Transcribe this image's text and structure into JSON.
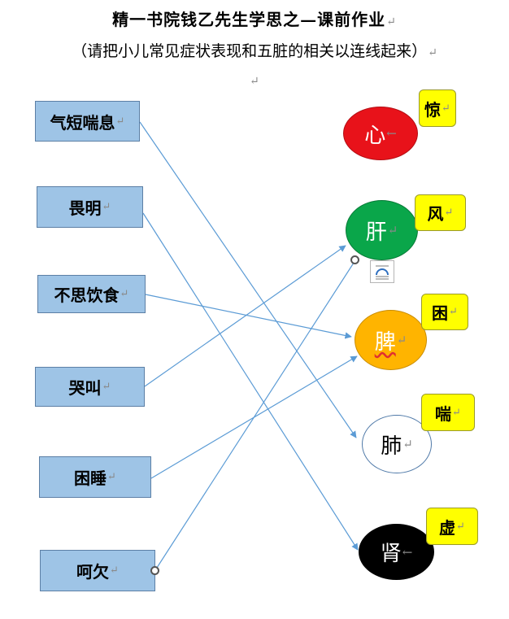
{
  "title": "精一书院钱乙先生学思之—课前作业",
  "subtitle": "（请把小儿常见症状表现和五脏的相关以连线起来）",
  "paragraph_mark": "↵",
  "arrow_mark": "←",
  "symptoms": [
    {
      "id": "s1",
      "label": "气短喘息"
    },
    {
      "id": "s2",
      "label": "畏明"
    },
    {
      "id": "s3",
      "label": "不思饮食"
    },
    {
      "id": "s4",
      "label": "哭叫"
    },
    {
      "id": "s5",
      "label": "困睡"
    },
    {
      "id": "s6",
      "label": "呵欠"
    }
  ],
  "organs": [
    {
      "id": "o1",
      "label": "心",
      "fill": "#e8121a",
      "text_color": "#ffffff"
    },
    {
      "id": "o2",
      "label": "肝",
      "fill": "#0aa64a",
      "text_color": "#ffffff"
    },
    {
      "id": "o3",
      "label": "脾",
      "fill": "#ffb400",
      "text_color": "#ffffff"
    },
    {
      "id": "o4",
      "label": "肺",
      "fill": "#ffffff",
      "text_color": "#000000"
    },
    {
      "id": "o5",
      "label": "肾",
      "fill": "#000000",
      "text_color": "#ffffff"
    }
  ],
  "tags": [
    {
      "id": "t1",
      "label": "惊"
    },
    {
      "id": "t2",
      "label": "风"
    },
    {
      "id": "t3",
      "label": "困"
    },
    {
      "id": "t4",
      "label": "喘"
    },
    {
      "id": "t5",
      "label": "虚"
    }
  ],
  "connections": [
    {
      "from": "s1",
      "to": "o4"
    },
    {
      "from": "s2",
      "to": "o5"
    },
    {
      "from": "s3",
      "to": "o3"
    },
    {
      "from": "s4",
      "to": "o2"
    },
    {
      "from": "s5",
      "to": "o3"
    },
    {
      "from": "s6",
      "to": "o2"
    }
  ],
  "colors": {
    "box_fill": "#9ec4e6",
    "tag_fill": "#ffff00",
    "line": "#5b9bd5"
  }
}
